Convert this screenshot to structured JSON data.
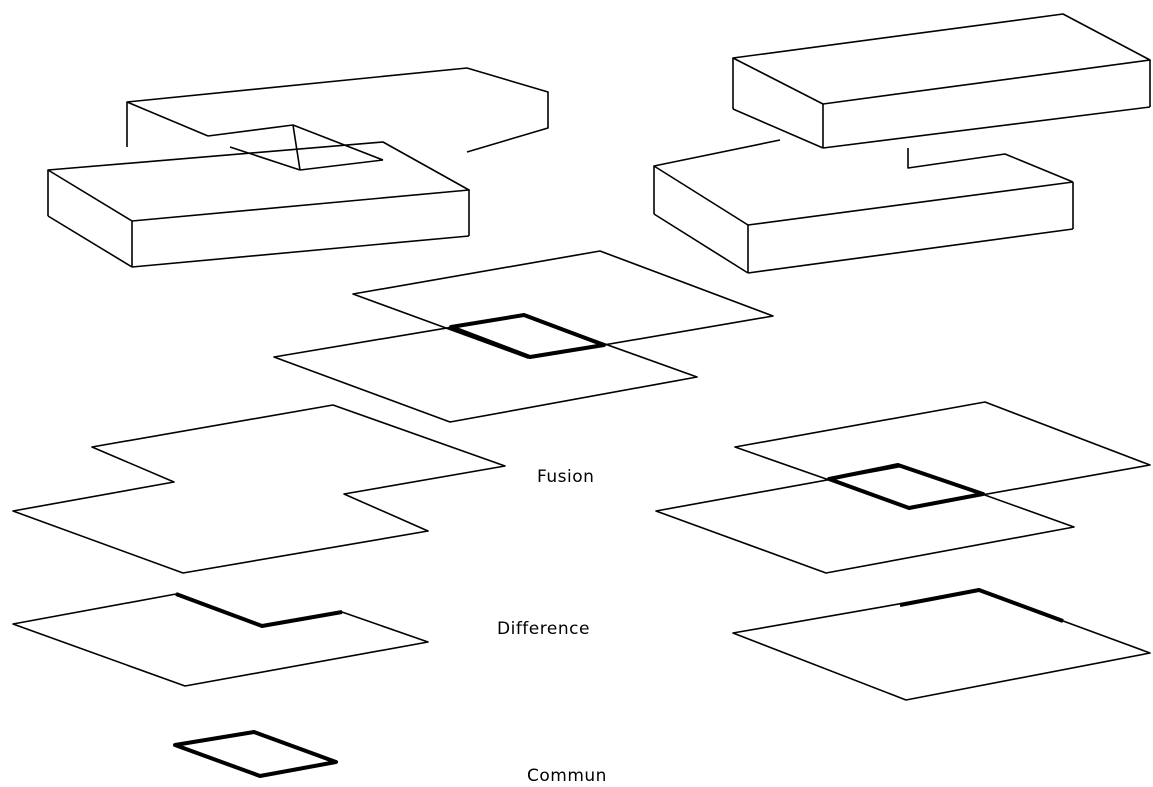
{
  "labels": {
    "fusion": "Fusion",
    "difference": "Difference",
    "commun": "Commun"
  },
  "colors": {
    "stroke": "#000000",
    "background": "#ffffff"
  }
}
